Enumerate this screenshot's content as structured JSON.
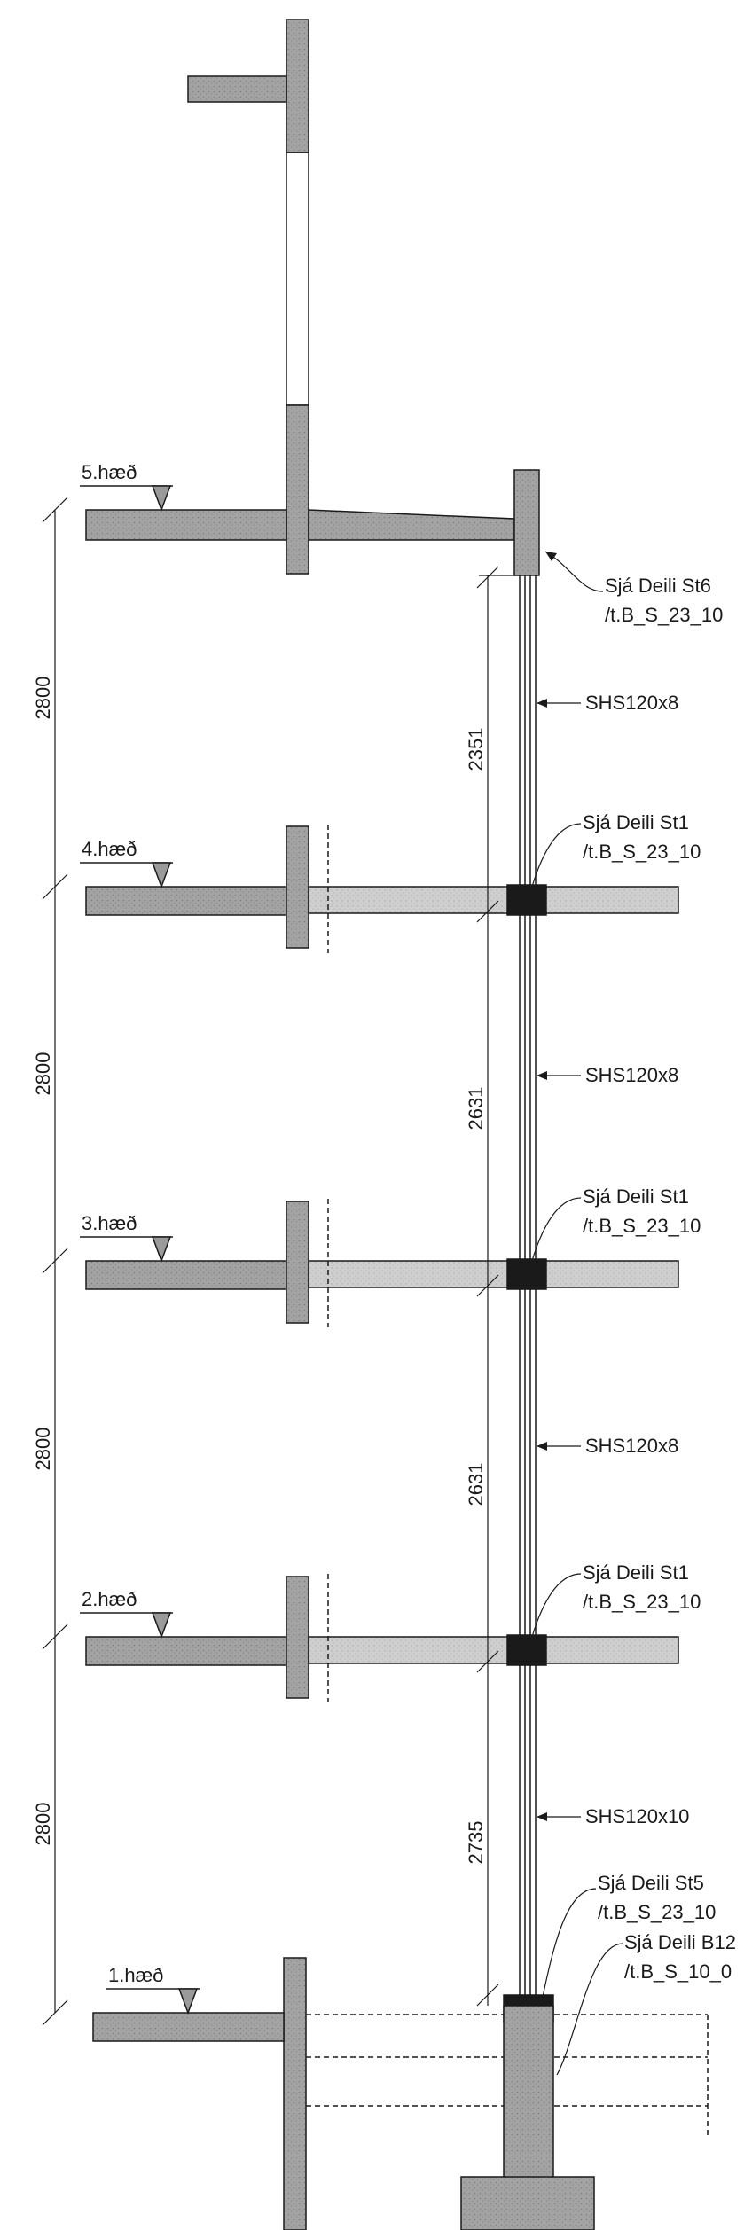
{
  "colors": {
    "concrete": "#9c9c9c",
    "concrete_light": "#c9c9c9",
    "line": "#1a1a1a"
  },
  "levels": [
    {
      "label": "5.hæð"
    },
    {
      "label": "4.hæð"
    },
    {
      "label": "3.hæð"
    },
    {
      "label": "2.hæð"
    },
    {
      "label": "1.hæð"
    }
  ],
  "floor_heights": [
    "2800",
    "2800",
    "2800",
    "2800"
  ],
  "column_lengths": [
    "2351",
    "2631",
    "2631",
    "2735"
  ],
  "profiles": [
    "SHS120x8",
    "SHS120x8",
    "SHS120x8",
    "SHS120x10"
  ],
  "callouts": [
    {
      "title": "Sjá Deili St6",
      "ref": "/t.B_S_23_10"
    },
    {
      "title": "Sjá Deili St1",
      "ref": "/t.B_S_23_10"
    },
    {
      "title": "Sjá Deili St1",
      "ref": "/t.B_S_23_10"
    },
    {
      "title": "Sjá Deili St1",
      "ref": "/t.B_S_23_10"
    },
    {
      "title": "Sjá Deili St5",
      "ref": "/t.B_S_23_10"
    },
    {
      "title": "Sjá Deili B12",
      "ref": "/t.B_S_10_0"
    }
  ]
}
